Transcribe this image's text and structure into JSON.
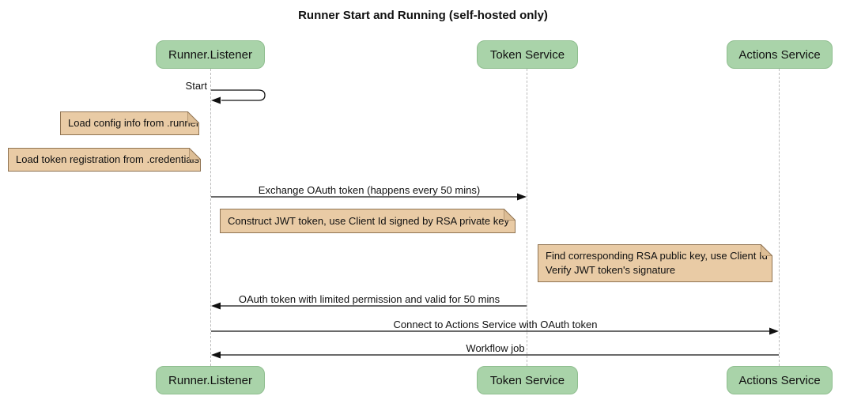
{
  "title": "Runner Start and Running (self-hosted only)",
  "participants": [
    {
      "name": "Runner.Listener"
    },
    {
      "name": "Token Service"
    },
    {
      "name": "Actions Service"
    }
  ],
  "messages": [
    {
      "label": "Start",
      "from": "Runner.Listener",
      "to": "Runner.Listener",
      "kind": "self"
    },
    {
      "label": "Exchange OAuth token (happens every 50 mins)",
      "from": "Runner.Listener",
      "to": "Token Service",
      "kind": "solid-arrow"
    },
    {
      "label": "OAuth token with limited permission and valid for 50 mins",
      "from": "Token Service",
      "to": "Runner.Listener",
      "kind": "solid-arrow"
    },
    {
      "label": "Connect to Actions Service with OAuth token",
      "from": "Runner.Listener",
      "to": "Actions Service",
      "kind": "solid-arrow"
    },
    {
      "label": "Workflow job",
      "from": "Actions Service",
      "to": "Runner.Listener",
      "kind": "solid-arrow"
    }
  ],
  "notes": [
    {
      "lines": [
        "Load config info from .runner"
      ]
    },
    {
      "lines": [
        "Load token registration from .credentials"
      ]
    },
    {
      "lines": [
        "Construct JWT token, use Client Id signed by RSA private key"
      ]
    },
    {
      "lines": [
        "Find corresponding RSA public key, use Client Id",
        "Verify JWT token's signature"
      ]
    }
  ],
  "colors": {
    "participant_fill": "#A9D3A9",
    "participant_border": "#8FBE8F",
    "note_fill": "#E9CBA5",
    "note_border": "#8F7352",
    "note_fold_fill": "#DDBE96",
    "lifeline": "#BBBBBB",
    "arrow": "#111111",
    "background": "#FFFFFF",
    "text": "#111111"
  }
}
